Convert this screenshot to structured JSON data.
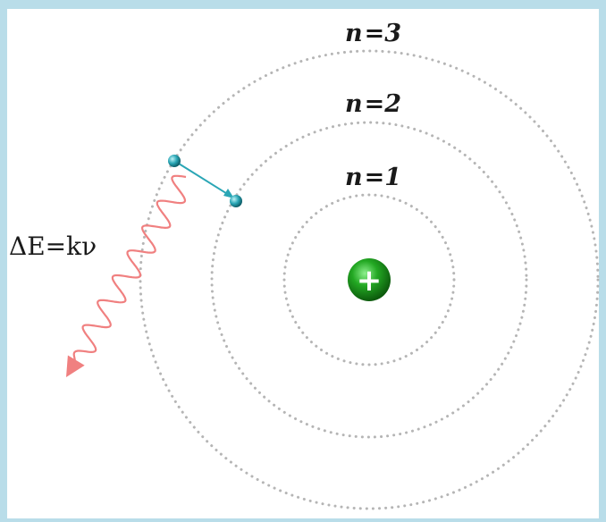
{
  "diagram": {
    "orbits": [
      {
        "label": "n = 1",
        "n_symbol": "n",
        "eq": "=",
        "num": "1"
      },
      {
        "label": "n = 2",
        "n_symbol": "n",
        "eq": "=",
        "num": "2"
      },
      {
        "label": "n = 3",
        "n_symbol": "n",
        "eq": "=",
        "num": "3"
      }
    ],
    "nucleus_symbol": "+",
    "photon_equation": "ΔE=kν",
    "colors": {
      "frame": "#b9dde9",
      "orbit": "#b5b5b5",
      "nucleus": "#1f9b1f",
      "electron": "#2aa6b5",
      "photon": "#f08080"
    }
  }
}
